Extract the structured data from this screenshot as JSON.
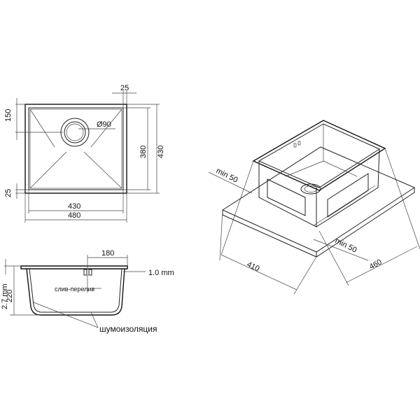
{
  "top_view": {
    "d_25_top": "25",
    "d_150": "150",
    "d_diam90": "Ø90",
    "d_380": "380",
    "d_430_right": "430",
    "d_25_left": "25",
    "d_430_bottom": "430",
    "d_480": "480"
  },
  "side_view": {
    "d_180": "180",
    "d_1mm": "1.0 mm",
    "d_27mm": "2.7 mm",
    "d_220": "220",
    "overflow_label": "слив-перелив",
    "insulation_label": "шумоизоляция"
  },
  "iso_view": {
    "min50_left": "min 50",
    "min50_right": "min 50",
    "d_410": "410",
    "d_460": "460"
  }
}
